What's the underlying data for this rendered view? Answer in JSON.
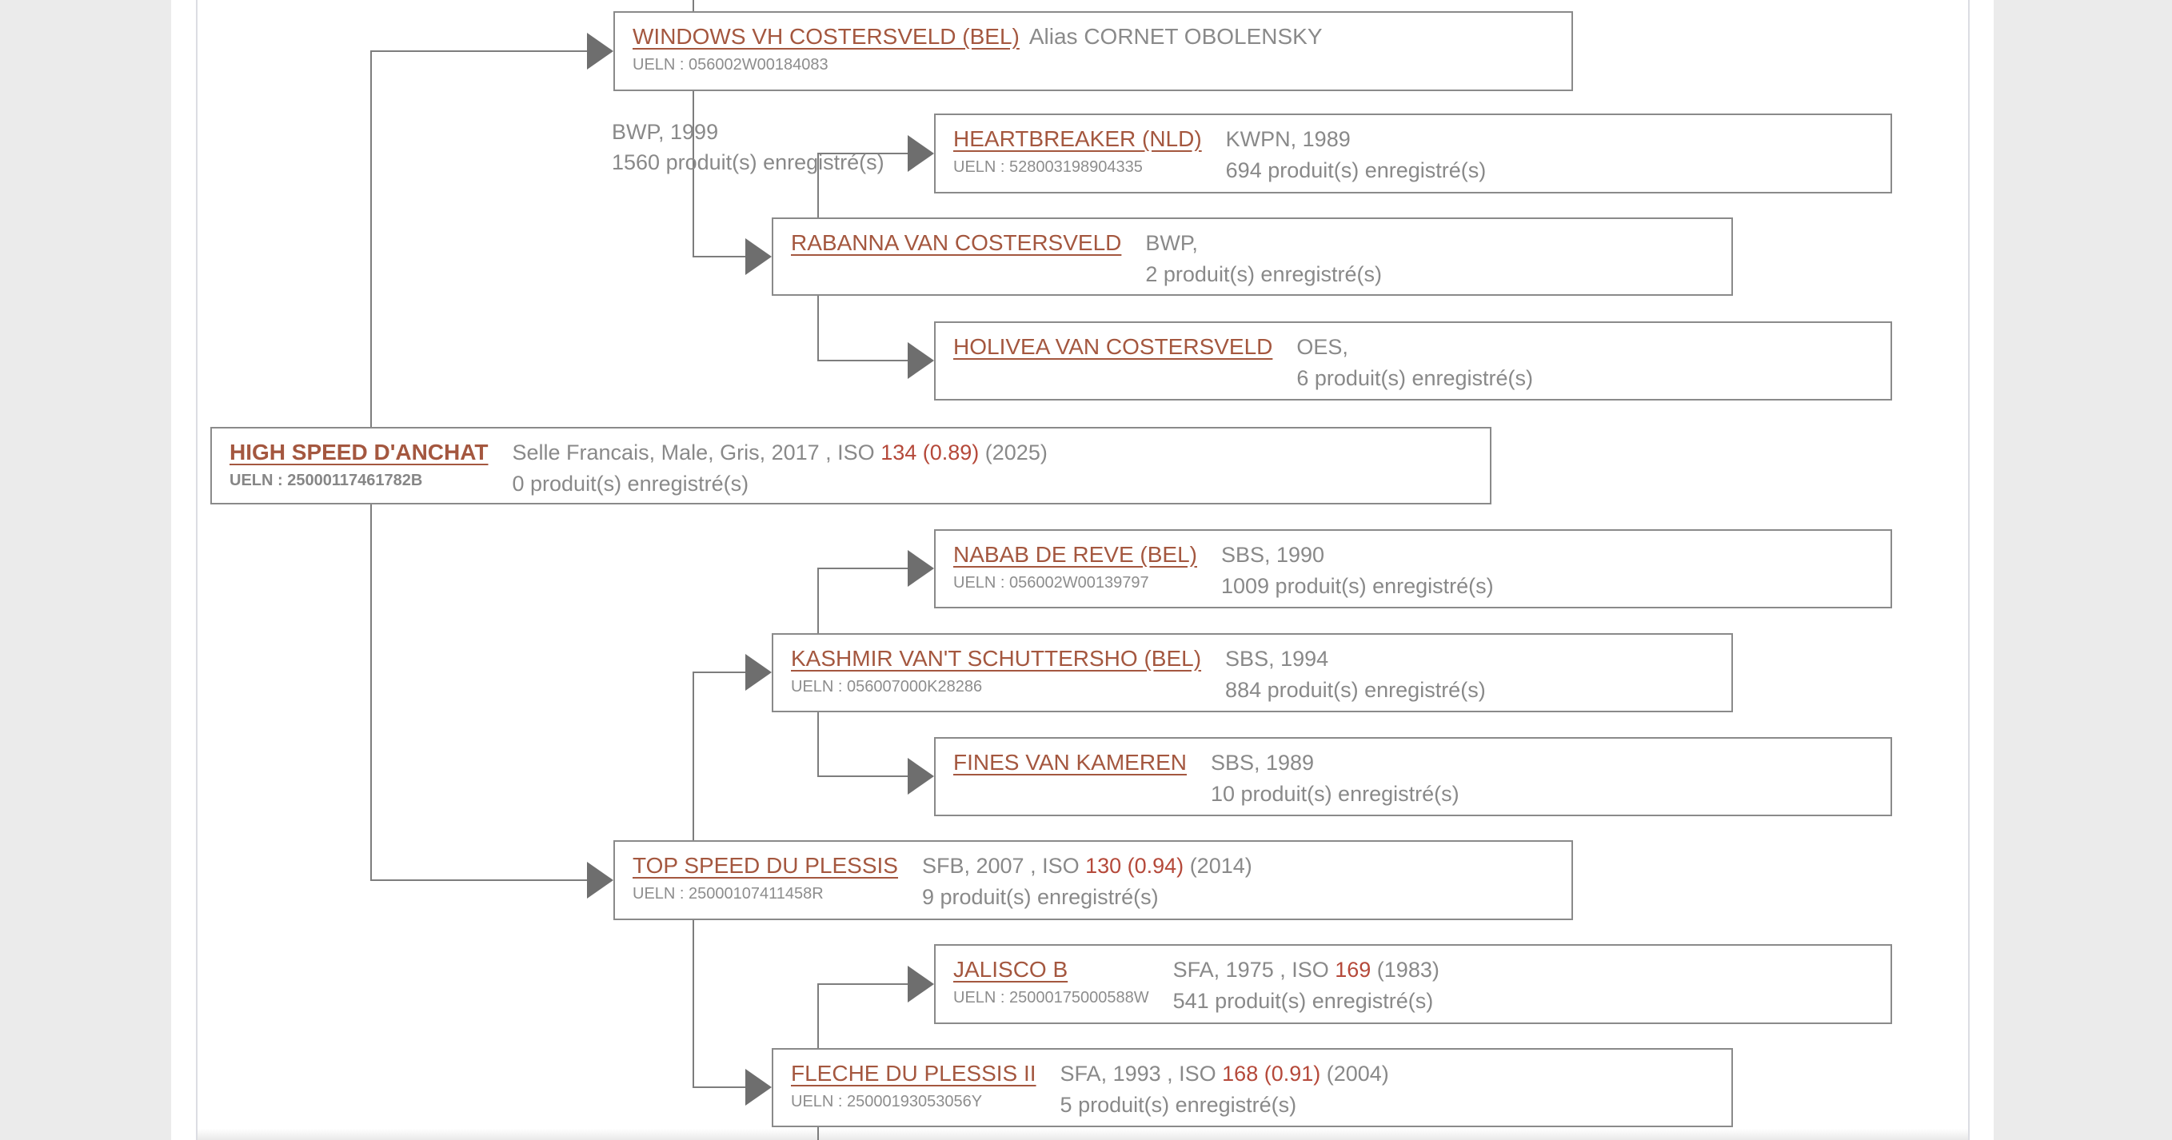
{
  "colors": {
    "link": "#a4573f",
    "iso_value": "#b5493a",
    "gray_text": "#898989",
    "connector_line": "#7d7d7d",
    "arrow": "#6e6e6e",
    "box_border": "#8a8a8a",
    "page_background": "#ebebeb"
  },
  "nodes": {
    "windows": {
      "name": "WINDOWS VH COSTERSVELD (BEL)",
      "alias": "Alias CORNET OBOLENSKY",
      "ueln": "UELN : 056002W00184083",
      "side_info1": "BWP, 1999",
      "side_info2": "1560 produit(s) enregistré(s)"
    },
    "heartbreaker": {
      "name": "HEARTBREAKER (NLD)",
      "ueln": "UELN : 528003198904335",
      "info1_pre": "KWPN, 1989",
      "info2": "694 produit(s) enregistré(s)"
    },
    "rabanna": {
      "name": "RABANNA VAN COSTERSVELD",
      "info1_pre": "BWP,",
      "info2": "2 produit(s) enregistré(s)"
    },
    "holivea": {
      "name": "HOLIVEA VAN COSTERSVELD",
      "info1_pre": "OES,",
      "info2": "6 produit(s) enregistré(s)"
    },
    "highspeed": {
      "name": "HIGH SPEED D'ANCHAT",
      "ueln": "UELN : 25000117461782B",
      "info1_pre": "Selle Francais, Male, Gris, 2017 , ISO ",
      "info1_iso": "134 (0.89)",
      "info1_post": " (2025)",
      "info2": "0 produit(s) enregistré(s)"
    },
    "nabab": {
      "name": "NABAB DE REVE (BEL)",
      "ueln": "UELN : 056002W00139797",
      "info1_pre": "SBS, 1990",
      "info2": "1009 produit(s) enregistré(s)"
    },
    "kashmir": {
      "name": "KASHMIR VAN'T SCHUTTERSHO (BEL)",
      "ueln": "UELN : 056007000K28286",
      "info1_pre": "SBS, 1994",
      "info2": "884 produit(s) enregistré(s)"
    },
    "fines": {
      "name": "FINES VAN KAMEREN",
      "info1_pre": "SBS, 1989",
      "info2": "10 produit(s) enregistré(s)"
    },
    "topspeed": {
      "name": "TOP SPEED DU PLESSIS",
      "ueln": "UELN : 25000107411458R",
      "info1_pre": "SFB, 2007 , ISO ",
      "info1_iso": "130 (0.94)",
      "info1_post": " (2014)",
      "info2": "9 produit(s) enregistré(s)"
    },
    "jalisco": {
      "name": "JALISCO B",
      "ueln": "UELN : 25000175000588W",
      "info1_pre": "SFA, 1975 , ISO ",
      "info1_iso": "169",
      "info1_post": " (1983)",
      "info2": "541 produit(s) enregistré(s)"
    },
    "fleche": {
      "name": "FLECHE DU PLESSIS II",
      "ueln": "UELN : 25000193053056Y",
      "info1_pre": "SFA, 1993 , ISO ",
      "info1_iso": "168 (0.91)",
      "info1_post": " (2004)",
      "info2": "5 produit(s) enregistré(s)"
    }
  }
}
